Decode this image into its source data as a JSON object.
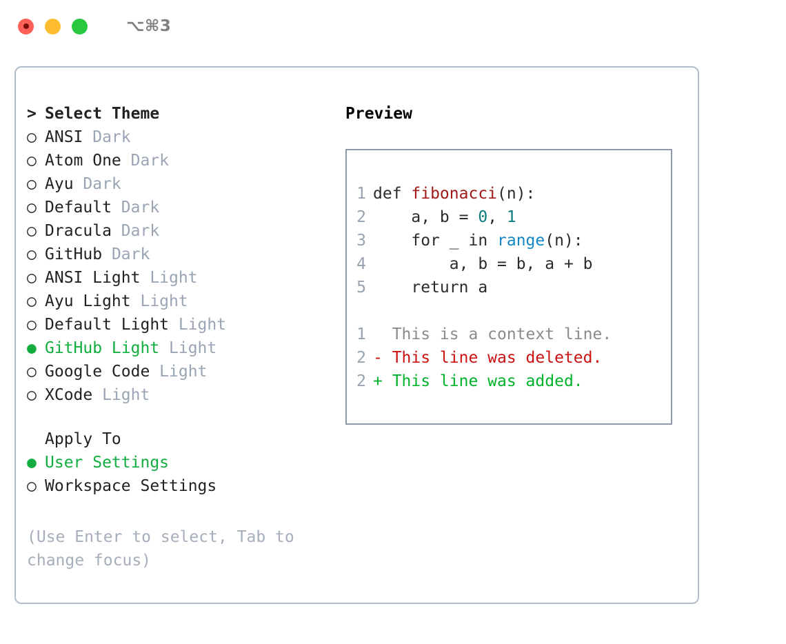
{
  "titlebar": {
    "shortcut": "⌥⌘3",
    "lights": [
      "close-red",
      "minimize-yellow",
      "maximize-green"
    ]
  },
  "left": {
    "heading": {
      "marker": ">",
      "label": "Select Theme"
    },
    "themes": [
      {
        "marker": "○",
        "label": "ANSI",
        "suffix": "Dark",
        "selected": false
      },
      {
        "marker": "○",
        "label": "Atom One",
        "suffix": "Dark",
        "selected": false
      },
      {
        "marker": "○",
        "label": "Ayu",
        "suffix": "Dark",
        "selected": false
      },
      {
        "marker": "○",
        "label": "Default",
        "suffix": "Dark",
        "selected": false
      },
      {
        "marker": "○",
        "label": "Dracula",
        "suffix": "Dark",
        "selected": false
      },
      {
        "marker": "○",
        "label": "GitHub",
        "suffix": "Dark",
        "selected": false
      },
      {
        "marker": "○",
        "label": "ANSI Light",
        "suffix": "Light",
        "selected": false
      },
      {
        "marker": "○",
        "label": "Ayu Light",
        "suffix": "Light",
        "selected": false
      },
      {
        "marker": "○",
        "label": "Default Light",
        "suffix": "Light",
        "selected": false
      },
      {
        "marker": "●",
        "label": "GitHub Light",
        "suffix": "Light",
        "selected": true
      },
      {
        "marker": "○",
        "label": "Google Code",
        "suffix": "Light",
        "selected": false
      },
      {
        "marker": "○",
        "label": "XCode",
        "suffix": "Light",
        "selected": false
      }
    ],
    "apply_to": {
      "title": "Apply To",
      "options": [
        {
          "marker": "●",
          "label": "User Settings",
          "selected": true
        },
        {
          "marker": "○",
          "label": "Workspace Settings",
          "selected": false
        }
      ]
    },
    "hint": "(Use Enter to select, Tab to change focus)"
  },
  "preview": {
    "title": "Preview",
    "code_lines": [
      {
        "lineno": "1",
        "tokens": [
          {
            "text": "def ",
            "kind": "kw"
          },
          {
            "text": "fibonacci",
            "kind": "fn"
          },
          {
            "text": "(n):",
            "kind": "kw"
          }
        ]
      },
      {
        "lineno": "2",
        "tokens": [
          {
            "text": "    a, b = ",
            "kind": "kw"
          },
          {
            "text": "0",
            "kind": "num"
          },
          {
            "text": ", ",
            "kind": "kw"
          },
          {
            "text": "1",
            "kind": "num"
          }
        ]
      },
      {
        "lineno": "3",
        "tokens": [
          {
            "text": "    for _ in ",
            "kind": "kw"
          },
          {
            "text": "range",
            "kind": "bi"
          },
          {
            "text": "(n):",
            "kind": "kw"
          }
        ]
      },
      {
        "lineno": "4",
        "tokens": [
          {
            "text": "        a, b = b, a + b",
            "kind": "kw"
          }
        ]
      },
      {
        "lineno": "5",
        "tokens": [
          {
            "text": "    return a",
            "kind": "kw"
          }
        ]
      }
    ],
    "diff_lines": [
      {
        "lineno": "1",
        "sign": " ",
        "text": "  This is a context line.",
        "kind": "ctx"
      },
      {
        "lineno": "2",
        "sign": " ",
        "text": "- This line was deleted.",
        "kind": "del"
      },
      {
        "lineno": "2",
        "sign": " ",
        "text": "+ This line was added.",
        "kind": "add"
      }
    ]
  },
  "colors": {
    "accent_green": "#12ad3f",
    "panel_border": "#b3bcca",
    "preview_border": "#8d97a8",
    "muted_text": "#9aa4b4",
    "hint_text": "#a6aebb",
    "diff_delete": "#cc1111",
    "diff_add": "#00b32a",
    "diff_context": "#8b8b8b",
    "token_function": "#a01919",
    "token_number": "#0d7c80",
    "token_builtin": "#1287c4"
  }
}
